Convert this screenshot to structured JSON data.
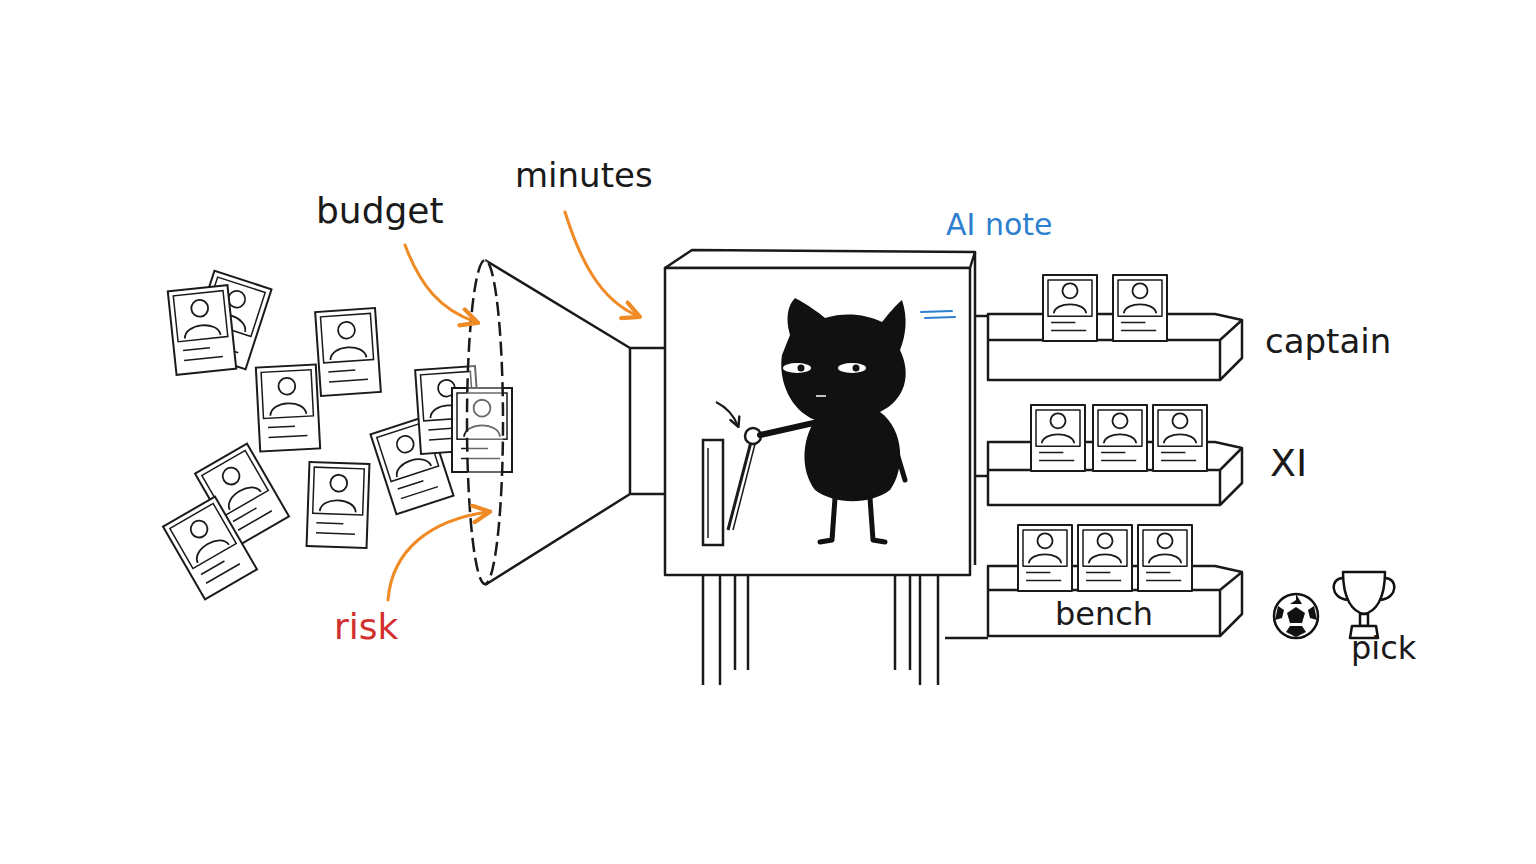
{
  "diagram": {
    "nodes": [
      {
        "text": [
          "pick",
          "AI"
        ]
      },
      {
        "text": [
          "captain"
        ]
      },
      {
        "text": [
          "XI"
        ]
      },
      {
        "text": [
          "bench"
        ]
      }
    ],
    "labels": [
      "budget",
      "minutes",
      "risk",
      "AI note"
    ]
  }
}
